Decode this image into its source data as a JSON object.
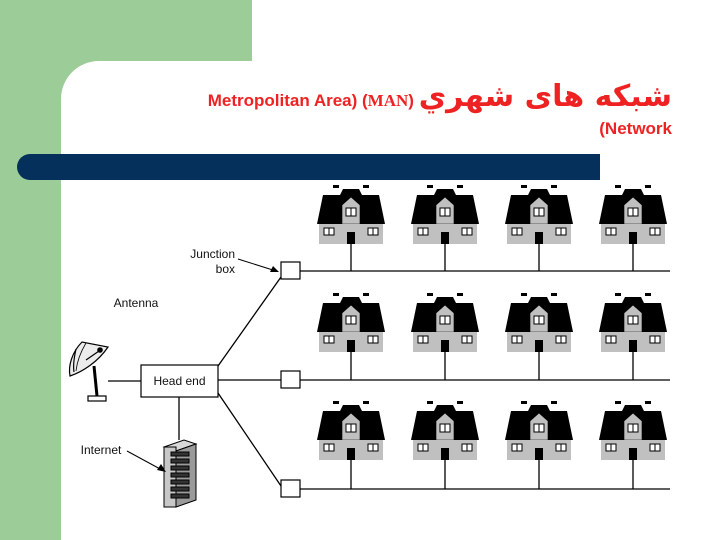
{
  "slide": {
    "title_farsi": "شبکه های شهري",
    "title_latin": "Metropolitan Area) (",
    "title_man": "MAN",
    "title_close": ")",
    "title_line2": "(Network"
  },
  "diagram": {
    "labels": {
      "junction_line1": "Junction",
      "junction_line2": "box",
      "antenna": "Antenna",
      "head_end": "Head end",
      "internet": "Internet"
    },
    "rows": 3,
    "houses_per_row": 4,
    "colors": {
      "roof": "#000000",
      "wall": "#c0c0c0",
      "door": "#000000",
      "cable": "#000000",
      "accent_green": "#9ccc98",
      "title_red": "#ee2222",
      "bar_navy": "#05305b"
    }
  }
}
